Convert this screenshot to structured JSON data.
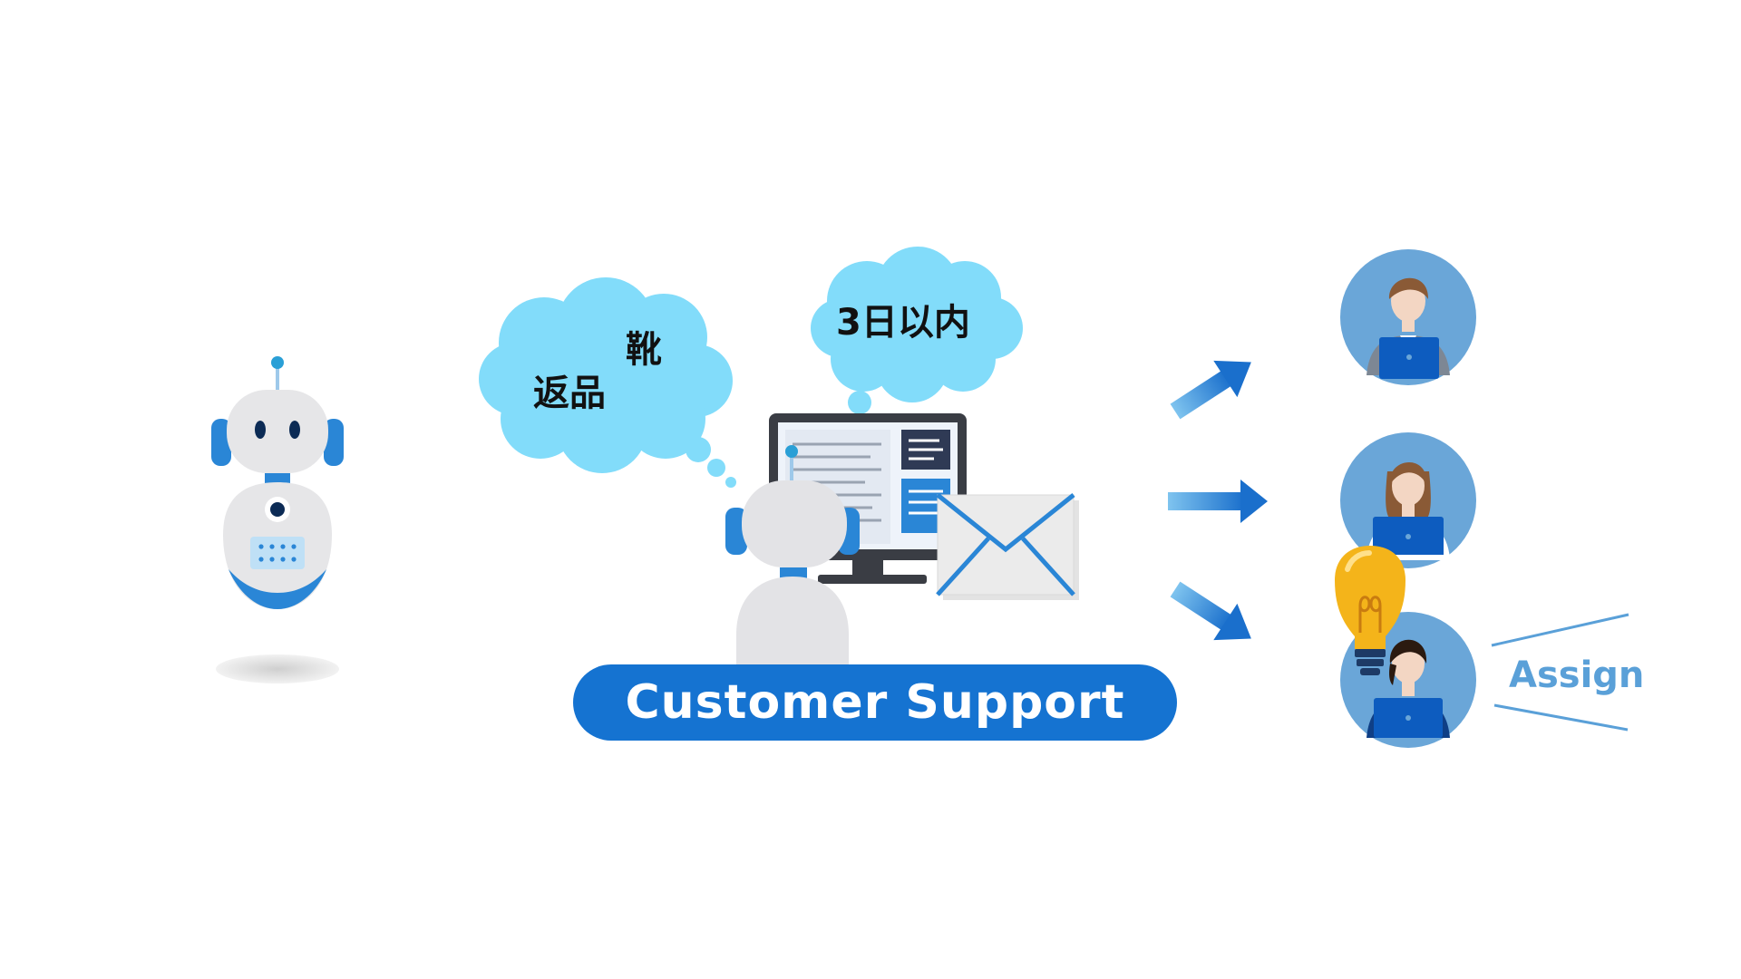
{
  "bubbles": {
    "left": {
      "word_shoes": "靴",
      "word_return": "返品"
    },
    "right": {
      "word_deadline": "3日以内"
    }
  },
  "banner": {
    "label": "Customer Support"
  },
  "assign": {
    "label": "Assign"
  },
  "colors": {
    "primary_blue": "#1573d1",
    "bubble_blue": "#82dcfa",
    "avatar_circle": "#6aa6d8",
    "robot_body": "#e6e6e8",
    "robot_accent": "#2a86d6",
    "bulb_yellow": "#f4b41a",
    "assign_text": "#5aa0d8"
  },
  "icons": [
    "standalone-robot-icon",
    "cloud-bubble-icon",
    "monitor-icon",
    "robot-back-icon",
    "envelope-icon",
    "arrow-up-right-icon",
    "arrow-right-icon",
    "arrow-down-right-icon",
    "agent-avatar-icon",
    "lightbulb-icon"
  ]
}
